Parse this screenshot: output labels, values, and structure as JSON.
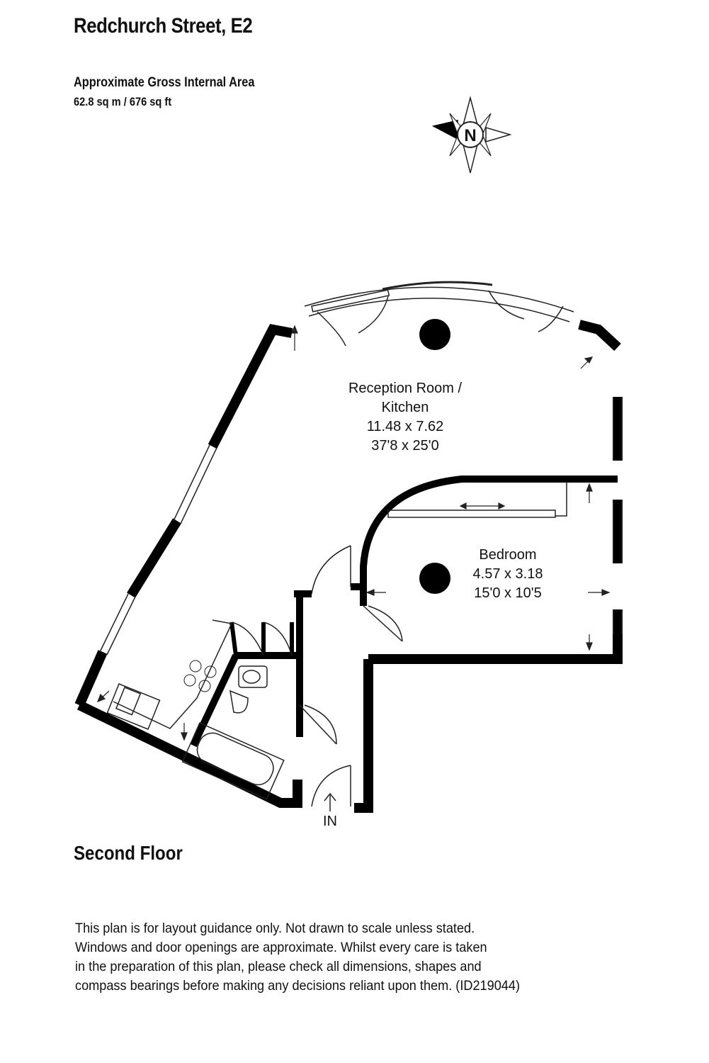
{
  "header": {
    "title": "Redchurch Street, E2",
    "area_label": "Approximate Gross Internal Area",
    "area_value": "62.8 sq m / 676 sq ft"
  },
  "compass": {
    "north_label": "N"
  },
  "rooms": {
    "reception": {
      "name_line1": "Reception Room /",
      "name_line2": "Kitchen",
      "metric": "11.48 x 7.62",
      "imperial": "37'8 x 25'0"
    },
    "bedroom": {
      "name": "Bedroom",
      "metric": "4.57 x 3.18",
      "imperial": "15'0 x 10'5"
    }
  },
  "entrance": {
    "label": "IN"
  },
  "floor": {
    "label": "Second Floor"
  },
  "disclaimer": {
    "lines": [
      "This plan is for layout guidance only. Not drawn to scale unless stated.",
      "Windows and door openings are approximate. Whilst every care is taken",
      "in the preparation of this plan, please check all dimensions, shapes and",
      "compass bearings before making any decisions reliant upon them. (ID219044)"
    ]
  },
  "colors": {
    "wall": "#000000",
    "background": "#ffffff",
    "line": "#222222"
  }
}
